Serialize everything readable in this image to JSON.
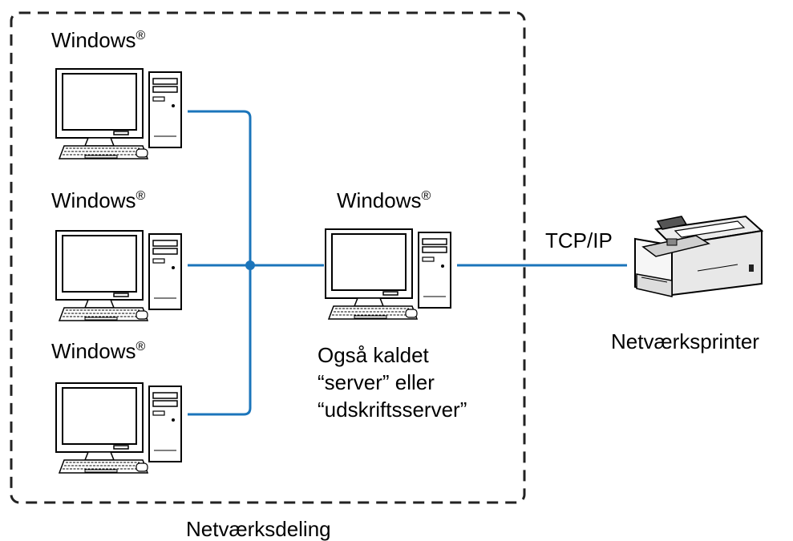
{
  "diagram": {
    "client_pcs": [
      {
        "os_name": "Windows",
        "os_mark": "®"
      },
      {
        "os_name": "Windows",
        "os_mark": "®"
      },
      {
        "os_name": "Windows",
        "os_mark": "®"
      }
    ],
    "server": {
      "os_name": "Windows",
      "os_mark": "®",
      "caption_lines": [
        "Også kaldet",
        "“server” eller",
        "“udskriftsserver”"
      ]
    },
    "connection_label": "TCP/IP",
    "printer_label": "Netværksprinter",
    "group_label": "Netværksdeling",
    "colors": {
      "network_line": "#1b75bb",
      "boundary": "#222222",
      "device_outline": "#000000",
      "printer_body": "#f2f2f2"
    },
    "icons": [
      "desktop-computer-icon",
      "laser-printer-icon"
    ]
  }
}
